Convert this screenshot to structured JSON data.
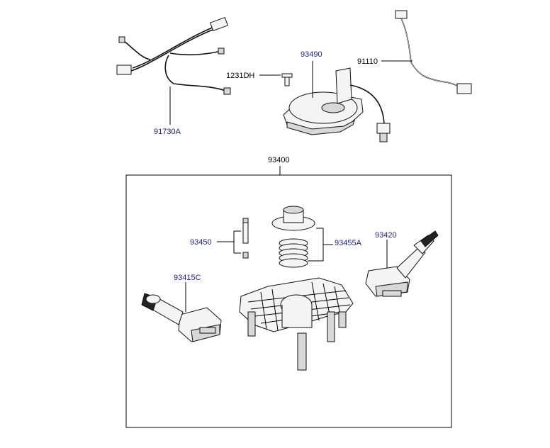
{
  "diagram": {
    "labels": {
      "harness": "91730A",
      "bolt": "1231DH",
      "clock_spring": "93490",
      "extension_wire": "91110",
      "assembly": "93400",
      "pin": "93450",
      "spring": "93455A",
      "wiper_switch": "93420",
      "light_switch": "93415C"
    },
    "colors": {
      "label_text": "#1a1a8c",
      "line": "#000000",
      "background": "#ffffff"
    }
  }
}
